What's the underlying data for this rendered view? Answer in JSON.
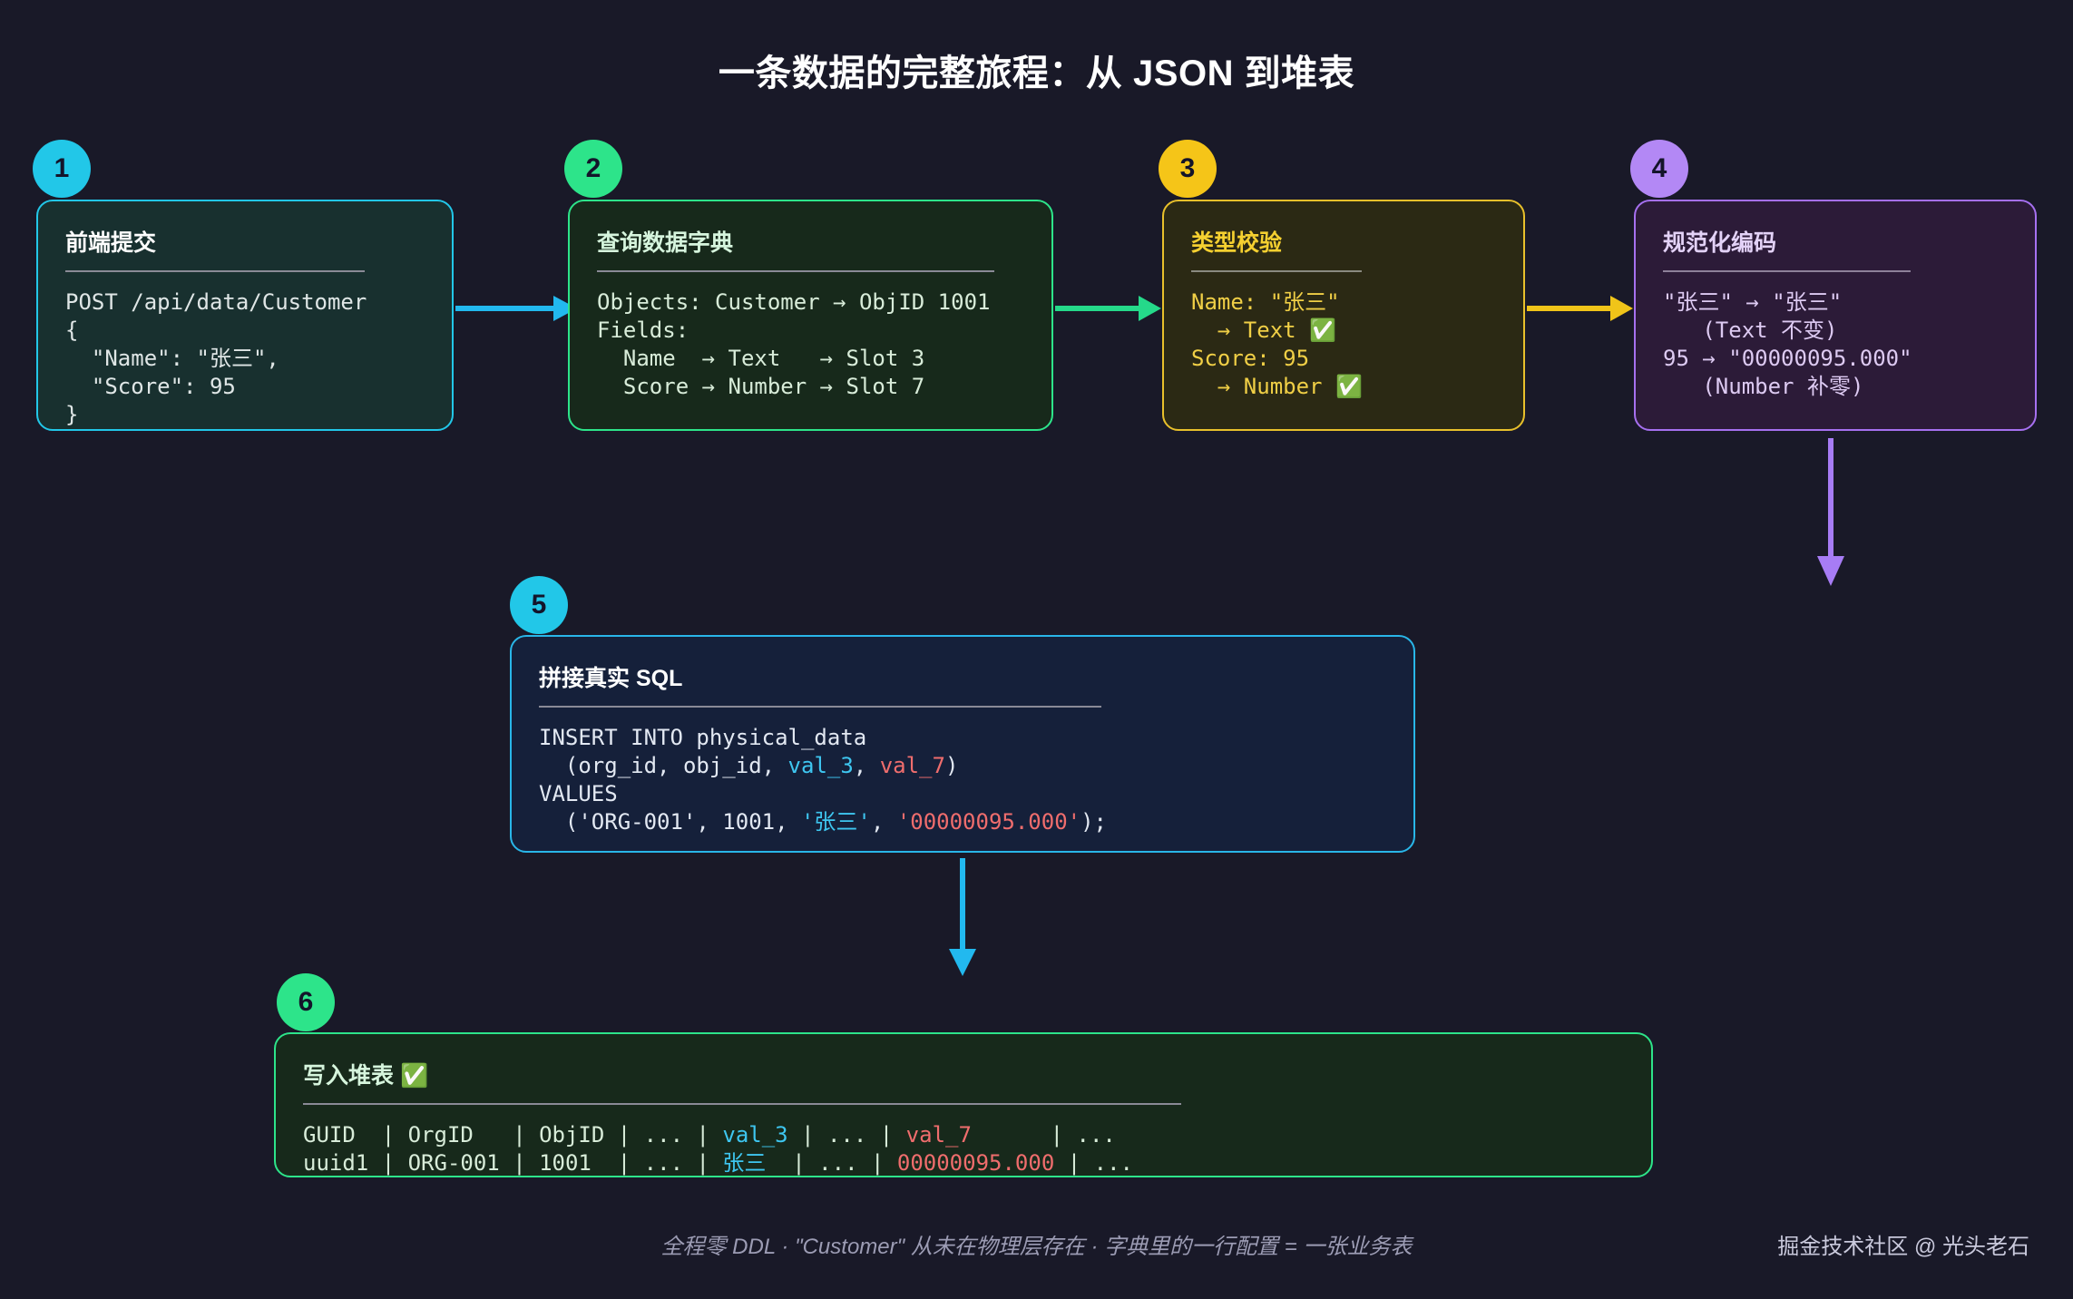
{
  "title": "一条数据的完整旅程：从 JSON 到堆表",
  "colors": {
    "background": "#191928",
    "cyan": "#22c7e8",
    "green": "#2de48a",
    "yellow": "#e8c02b",
    "purple": "#a670f0",
    "sql_blue": "#29b6e8",
    "val3_cyan": "#3ec6f0",
    "val7_red": "#ef6d6d"
  },
  "steps": [
    {
      "badge": "1",
      "badge_color": "#22c7e8",
      "title": "前端提交",
      "lines": [
        "POST /api/data/Customer",
        "{",
        "  \"Name\": \"张三\",",
        "  \"Score\": 95",
        "}"
      ]
    },
    {
      "badge": "2",
      "badge_color": "#2de48a",
      "title": "查询数据字典",
      "lines": [
        "Objects: Customer → ObjID 1001",
        "Fields:",
        "  Name  → Text   → Slot 3",
        "  Score → Number → Slot 7"
      ]
    },
    {
      "badge": "3",
      "badge_color": "#f5c518",
      "title": "类型校验",
      "lines": [
        "Name: \"张三\"",
        "  → Text ✅",
        "Score: 95",
        "  → Number ✅"
      ]
    },
    {
      "badge": "4",
      "badge_color": "#b388f5",
      "title": "规范化编码",
      "lines": [
        "\"张三\" → \"张三\"",
        "   (Text 不变)",
        "95 → \"00000095.000\"",
        "   (Number 补零)"
      ]
    },
    {
      "badge": "5",
      "badge_color": "#22c7e8",
      "title": "拼接真实 SQL",
      "sql": {
        "line1": "INSERT INTO physical_data",
        "line2_pre": "  (org_id, obj_id, ",
        "line2_val3": "val_3",
        "line2_mid": ", ",
        "line2_val7": "val_7",
        "line2_post": ")",
        "line3": "VALUES",
        "line4_pre": "  ('ORG-001', 1001, ",
        "line4_name": "'张三'",
        "line4_mid": ", ",
        "line4_num": "'00000095.000'",
        "line4_post": ");"
      }
    },
    {
      "badge": "6",
      "badge_color": "#2de48a",
      "title": "写入堆表 ✅",
      "table": {
        "header_pre": "GUID  | OrgID   | ObjID | ... | ",
        "header_val3": "val_3",
        "header_mid": " | ... | ",
        "header_val7": "val_7",
        "header_post": "      | ...",
        "row_pre": "uuid1 | ORG-001 | 1001  | ... | ",
        "row_name": "张三",
        "row_mid": "  | ... | ",
        "row_num": "00000095.000",
        "row_post": " | ..."
      }
    }
  ],
  "footer": {
    "note": "全程零 DDL · \"Customer\" 从未在物理层存在 · 字典里的一行配置 = 一张业务表",
    "watermark": "掘金技术社区 @ 光头老石"
  }
}
